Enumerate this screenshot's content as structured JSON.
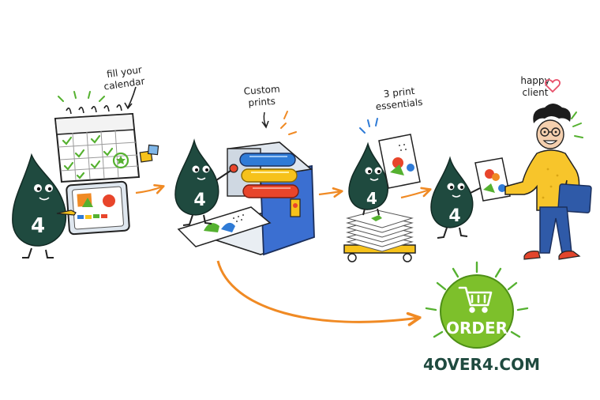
{
  "annotations": {
    "calendar_note_line1": "fill your",
    "calendar_note_line2": "calendar",
    "custom_note_line1": "Custom",
    "custom_note_line2": "prints",
    "essentials_note_line1": "3 print",
    "essentials_note_line2": "essentials",
    "client_note_line1": "happy",
    "client_note_line2": "client"
  },
  "mascot_label": "4",
  "order_button_label": "ORDER",
  "website": "4OVER4.COM",
  "colors": {
    "mascot": "#1f4a3f",
    "arrow": "#f08a24",
    "order_green": "#7dc02b",
    "accent_green": "#55b130",
    "roller_blue": "#2f7bd6",
    "roller_yellow": "#f6c21b",
    "roller_red": "#e8452b",
    "machine_blue": "#3b6fd1",
    "shirt_yellow": "#f7c52b",
    "pants_blue": "#2f5aa8",
    "shoes_red": "#e2452c",
    "heart": "#e8506a"
  },
  "icons": [
    "mascot-drop-icon",
    "calendar-icon",
    "tablet-icon",
    "printing-press-icon",
    "paper-stack-icon",
    "shopping-cart-icon",
    "heart-icon",
    "arrow-icon"
  ]
}
